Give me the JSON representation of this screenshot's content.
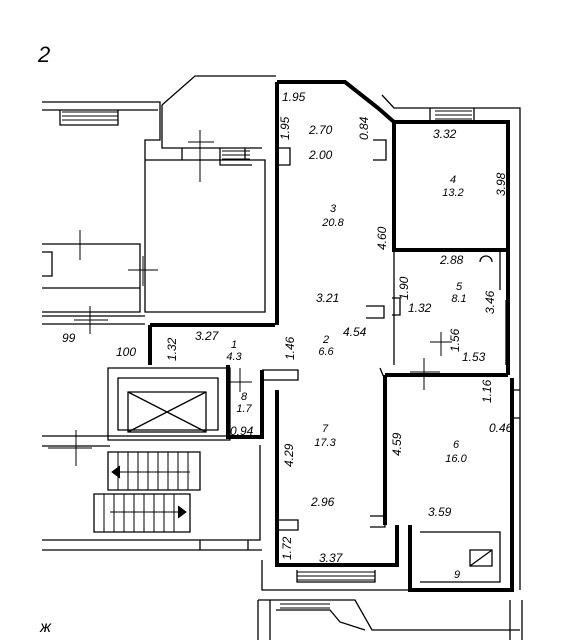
{
  "corner_marks": {
    "top_left": "2",
    "bottom_left": "ж"
  },
  "rooms": [
    {
      "number": "1",
      "area": "4.3"
    },
    {
      "number": "2",
      "area": "6.6"
    },
    {
      "number": "3",
      "area": "20.8"
    },
    {
      "number": "4",
      "area": "13.2"
    },
    {
      "number": "5",
      "area": "8.1"
    },
    {
      "number": "6",
      "area": "16.0"
    },
    {
      "number": "7",
      "area": "17.3"
    },
    {
      "number": "8",
      "area": "1.7"
    },
    {
      "number": "9",
      "area": ""
    }
  ],
  "dimensions": {
    "d_1_95_top": "1.95",
    "d_1_95_side": "1.95",
    "d_2_70": "2.70",
    "d_0_84": "0.84",
    "d_2_00": "2.00",
    "d_3_32": "3.32",
    "d_3_98": "3.98",
    "d_4_60": "4.60",
    "d_2_88": "2.88",
    "d_3_21": "3.21",
    "d_1_90": "1.90",
    "d_3_46": "3.46",
    "d_1_32_room5": "1.32",
    "d_99": "99",
    "d_3_27": "3.27",
    "d_1_46": "1.46",
    "d_4_54": "4.54",
    "d_1_56": "1.56",
    "d_100": "100",
    "d_1_32_room1": "1.32",
    "d_1_53": "1.53",
    "d_1_16": "1.16",
    "d_0_46": "0.46",
    "d_0_94": "0.94",
    "d_4_29": "4.29",
    "d_4_59": "4.59",
    "d_2_96": "2.96",
    "d_3_59": "3.59",
    "d_1_72": "1.72",
    "d_3_37": "3.37"
  }
}
